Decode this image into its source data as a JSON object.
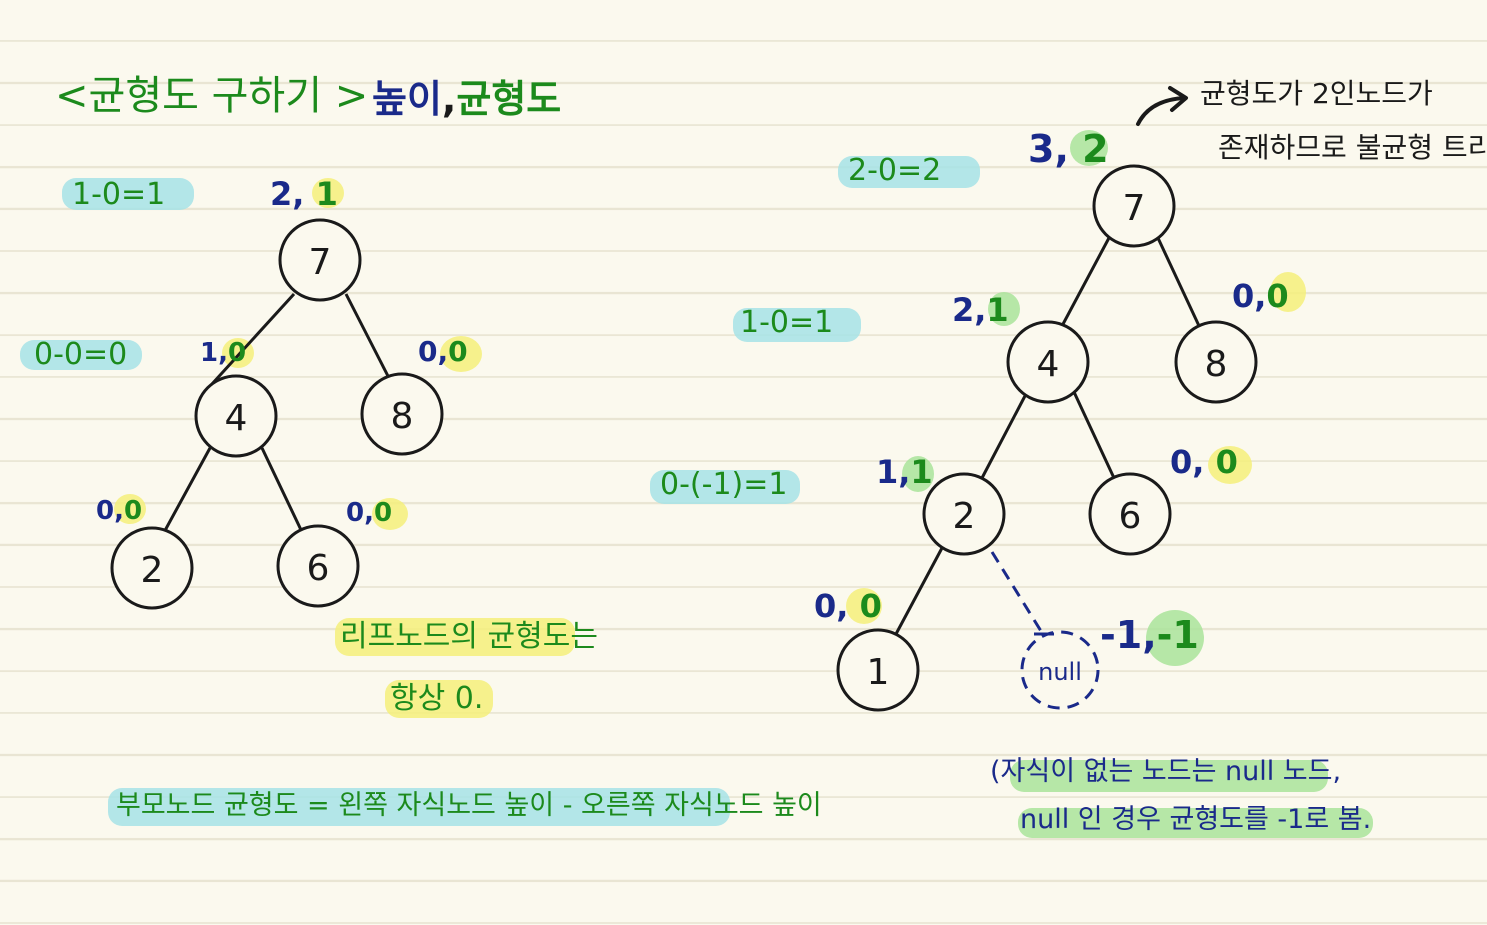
{
  "title": "<균형도 구하기 >",
  "legend": {
    "height_label": "높이",
    "separator": ",",
    "balance_label": "균형도"
  },
  "left_tree": {
    "nodes": [
      "7",
      "4",
      "8",
      "2",
      "6"
    ],
    "node_annotations": {
      "n7": {
        "height": "2",
        "balance": "1"
      },
      "n4": {
        "height": "1",
        "balance": "0"
      },
      "n8": {
        "height": "0",
        "balance": "0"
      },
      "n2": {
        "height": "0",
        "balance": "0"
      },
      "n6": {
        "height": "0",
        "balance": "0"
      }
    },
    "calc_root": "1-0=1",
    "calc_level1": "0-0=0",
    "leaf_note_line1": "리프노드의 균형도는",
    "leaf_note_line2": "항상 0."
  },
  "formula": "부모노드 균형도 = 왼쪽 자식노드 높이 - 오른쪽 자식노드 높이",
  "right_tree": {
    "nodes": [
      "7",
      "4",
      "8",
      "2",
      "6",
      "1",
      "null"
    ],
    "node_annotations": {
      "n7": {
        "height": "3",
        "balance": "2"
      },
      "n4": {
        "height": "2",
        "balance": "1"
      },
      "n8": {
        "height": "0",
        "balance": "0"
      },
      "n2": {
        "height": "1",
        "balance": "1"
      },
      "n6": {
        "height": "0",
        "balance": "0"
      },
      "n1": {
        "height": "0",
        "balance": "0"
      },
      "nnull": {
        "height": "-1",
        "balance": "-1"
      }
    },
    "calc_root": "2-0=2",
    "calc_level1": "1-0=1",
    "calc_level2": "0-(-1)=1",
    "imbalance_note_line1": "균형도가 2인노드가",
    "imbalance_note_line2": "존재하므로 불균형 트리",
    "null_note_line1": "(자식이 없는 노드는 null 노드,",
    "null_note_line2": "null 인 경우 균형도를 -1로 봄."
  },
  "colors": {
    "ink": "#1a1a1a",
    "height_color": "#1a2a8a",
    "balance_color": "#1c8a1c",
    "highlight_cyan": "#a6e3e6",
    "highlight_yellow": "#f4f07a",
    "highlight_green": "#a9e49a"
  }
}
